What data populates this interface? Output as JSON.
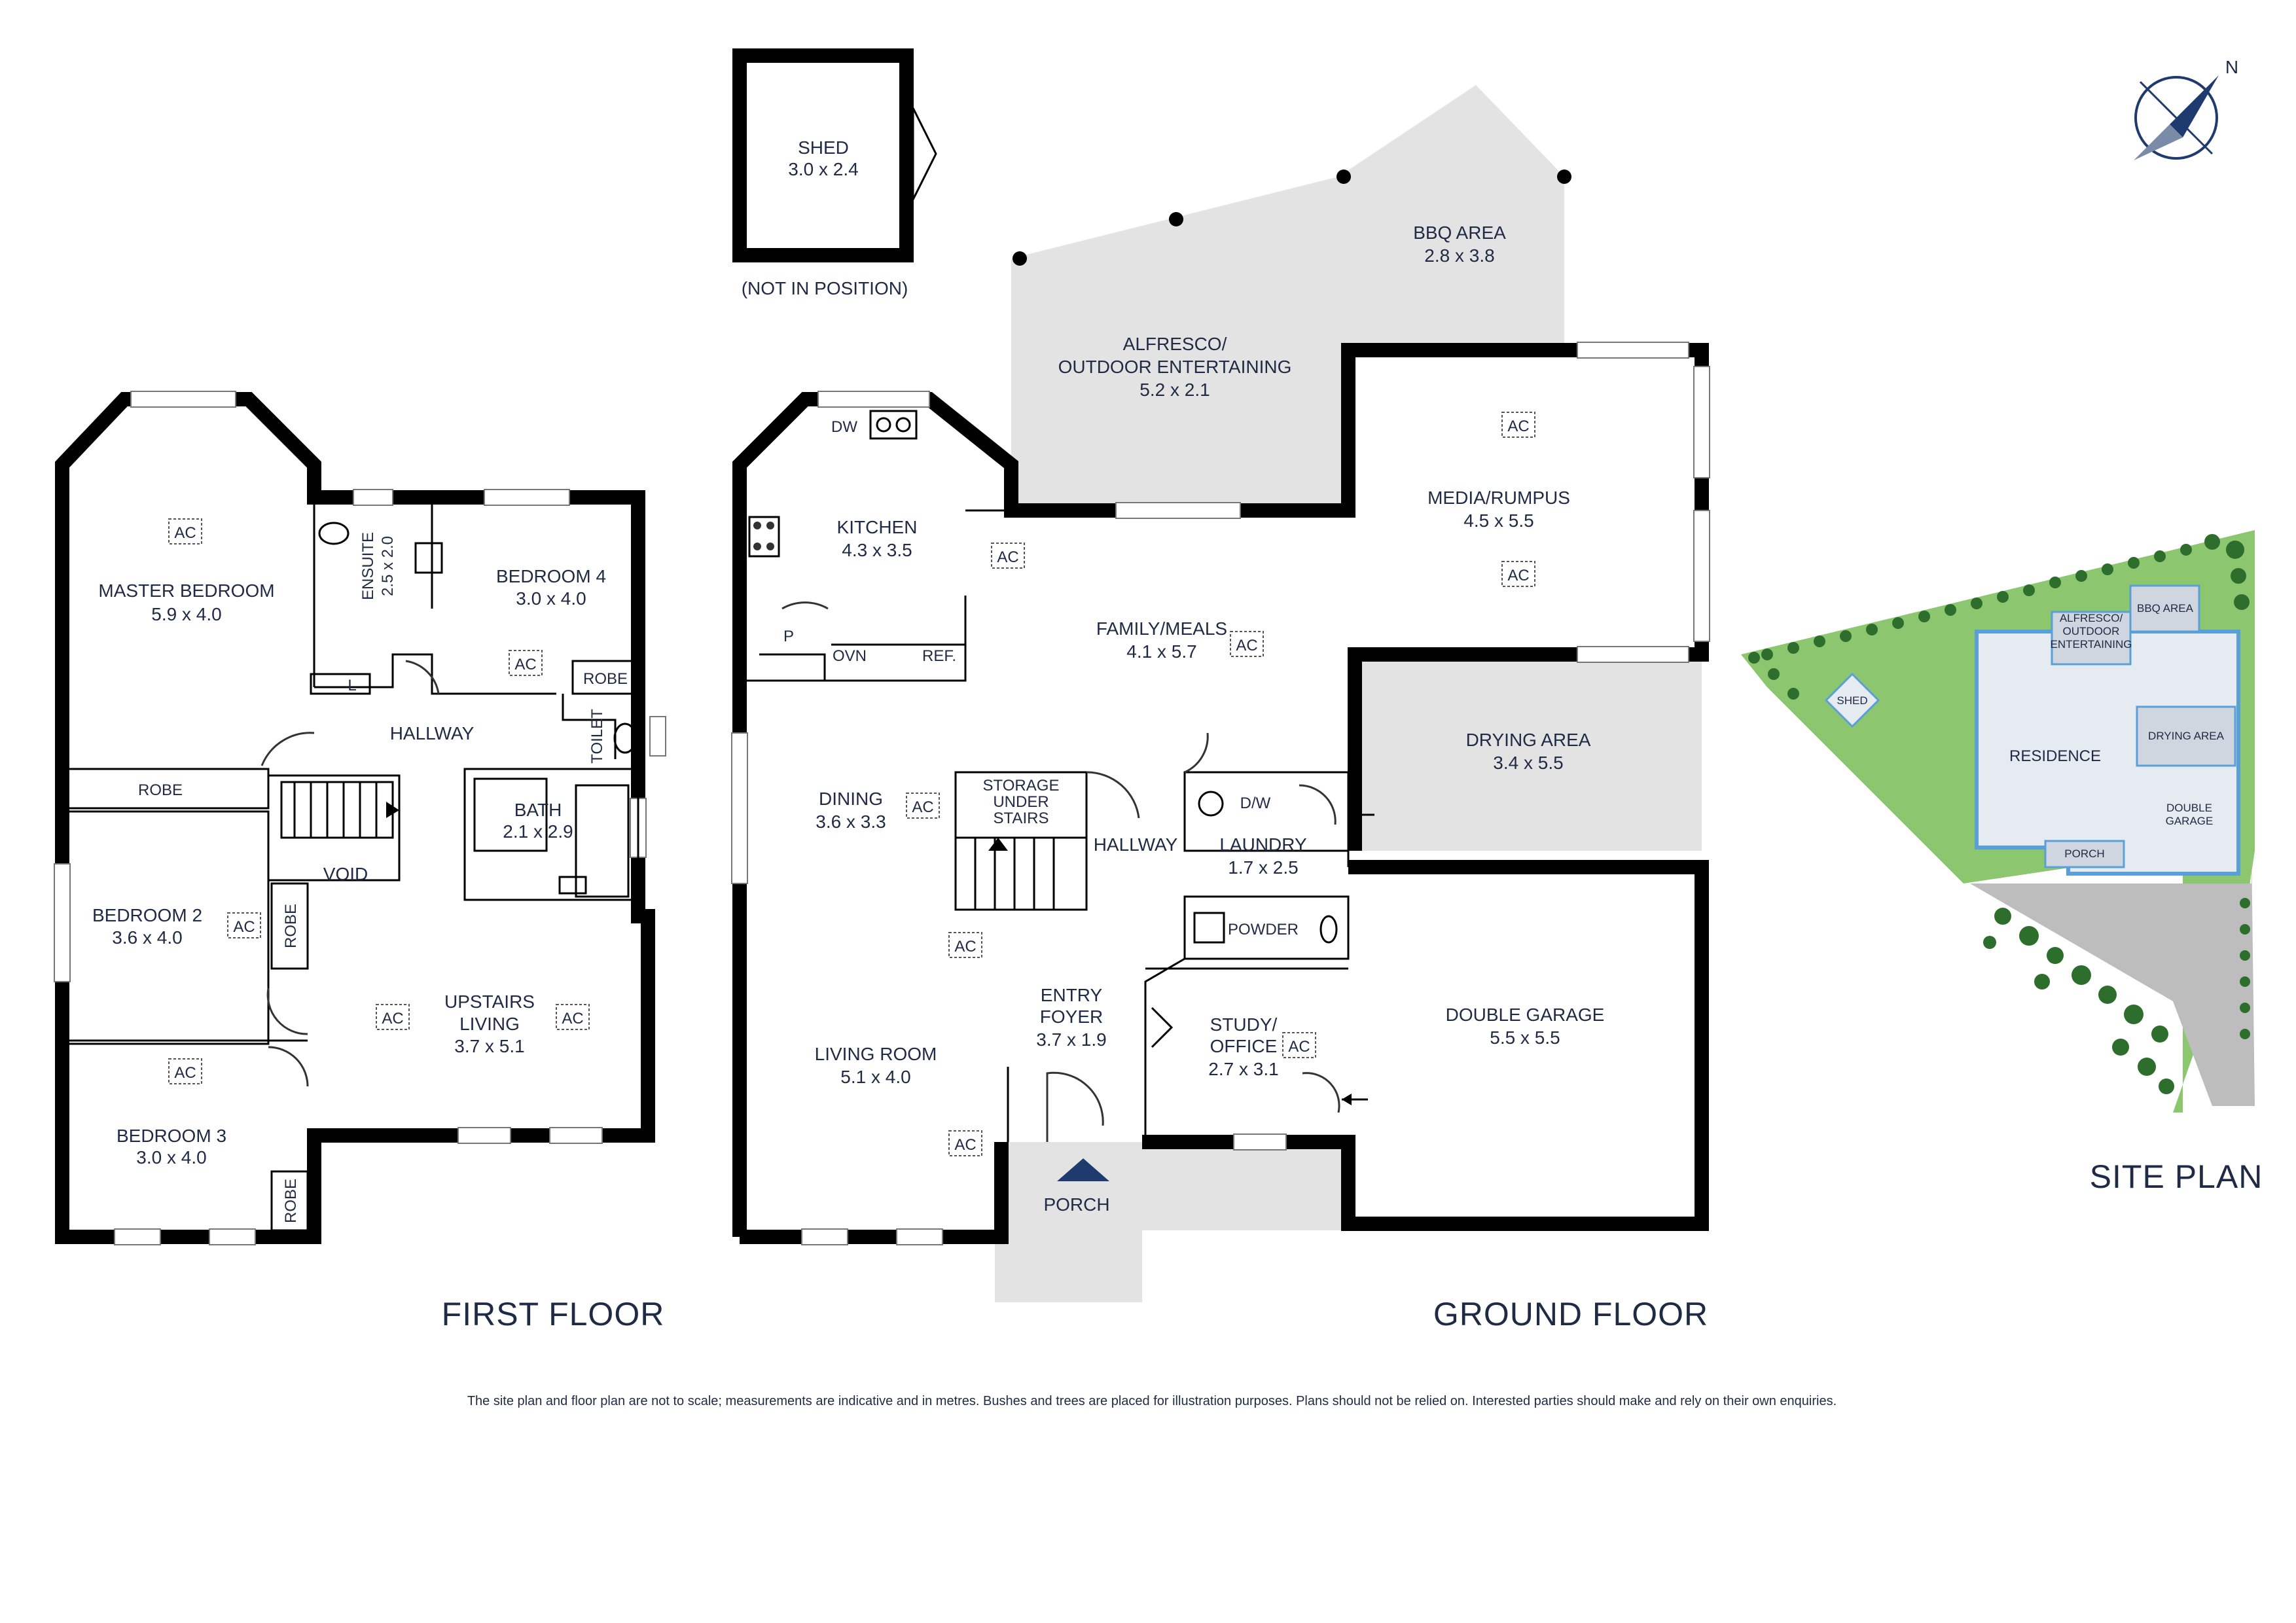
{
  "floors": {
    "first_floor_title": "FIRST FLOOR",
    "ground_floor_title": "GROUND FLOOR",
    "site_plan_title": "SITE PLAN"
  },
  "first_floor": {
    "master_bedroom": {
      "name": "MASTER BEDROOM",
      "dim": "5.9 x 4.0"
    },
    "ensuite": {
      "name": "ENSUITE",
      "dim": "2.5 x 2.0"
    },
    "bedroom4": {
      "name": "BEDROOM 4",
      "dim": "3.0 x 4.0"
    },
    "robe_b4": "ROBE",
    "linen": "L",
    "hallway": "HALLWAY",
    "toilet": "TOILET",
    "robe_master": "ROBE",
    "bath": {
      "name": "BATH",
      "dim": "2.1 x 2.9"
    },
    "void": "VOID",
    "bedroom2": {
      "name": "BEDROOM 2",
      "dim": "3.6 x 4.0"
    },
    "robe_b2": "ROBE",
    "upstairs_living": {
      "name1": "UPSTAIRS",
      "name2": "LIVING",
      "dim": "3.7 x 5.1"
    },
    "bedroom3": {
      "name": "BEDROOM 3",
      "dim": "3.0 x 4.0"
    },
    "robe_b3": "ROBE"
  },
  "ground_floor": {
    "shed": {
      "name": "SHED",
      "dim": "3.0 x 2.4",
      "note": "(NOT IN POSITION)"
    },
    "alfresco": {
      "name1": "ALFRESCO/",
      "name2": "OUTDOOR ENTERTAINING",
      "dim": "5.2 x 2.1"
    },
    "bbq": {
      "name": "BBQ AREA",
      "dim": "2.8 x 3.8"
    },
    "kitchen": {
      "name": "KITCHEN",
      "dim": "4.3 x 3.5"
    },
    "dw": "DW",
    "pantry": "P",
    "oven": "OVN",
    "fridge": "REF.",
    "media": {
      "name": "MEDIA/RUMPUS",
      "dim": "4.5 x 5.5"
    },
    "family": {
      "name": "FAMILY/MEALS",
      "dim": "4.1 x 5.7"
    },
    "drying": {
      "name": "DRYING AREA",
      "dim": "3.4 x 5.5"
    },
    "dining": {
      "name": "DINING",
      "dim": "3.6 x 3.3"
    },
    "storage": {
      "l1": "STORAGE",
      "l2": "UNDER",
      "l3": "STAIRS"
    },
    "hallway": "HALLWAY",
    "dw_laundry": "D/W",
    "laundry": {
      "name": "LAUNDRY",
      "dim": "1.7 x 2.5"
    },
    "powder": "POWDER",
    "entry": {
      "name1": "ENTRY",
      "name2": "FOYER",
      "dim": "3.7 x 1.9"
    },
    "study": {
      "name1": "STUDY/",
      "name2": "OFFICE",
      "dim": "2.7 x 3.1"
    },
    "garage": {
      "name": "DOUBLE GARAGE",
      "dim": "5.5 x 5.5"
    },
    "living": {
      "name": "LIVING ROOM",
      "dim": "5.1 x 4.0"
    },
    "porch": "PORCH"
  },
  "ac_label": "AC",
  "site_plan": {
    "alfresco1": "ALFRESCO/",
    "alfresco2": "OUTDOOR",
    "alfresco3": "ENTERTAINING",
    "bbq": "BBQ AREA",
    "shed": "SHED",
    "residence": "RESIDENCE",
    "drying": "DRYING AREA",
    "garage1": "DOUBLE",
    "garage2": "GARAGE",
    "porch": "PORCH"
  },
  "compass": {
    "north": "N"
  },
  "disclaimer": "The site plan and floor plan are not to scale; measurements are indicative and in metres. Bushes and trees are placed for illustration purposes. Plans should not be relied on. Interested parties should make and rely on their own enquiries.",
  "colors": {
    "wall": "#000000",
    "text": "#1f2a44",
    "outdoor": "#e3e3e3",
    "lawn": "#8cc66e",
    "residence_outline": "#5aa0d8",
    "arrow": "#1f3a6e"
  }
}
